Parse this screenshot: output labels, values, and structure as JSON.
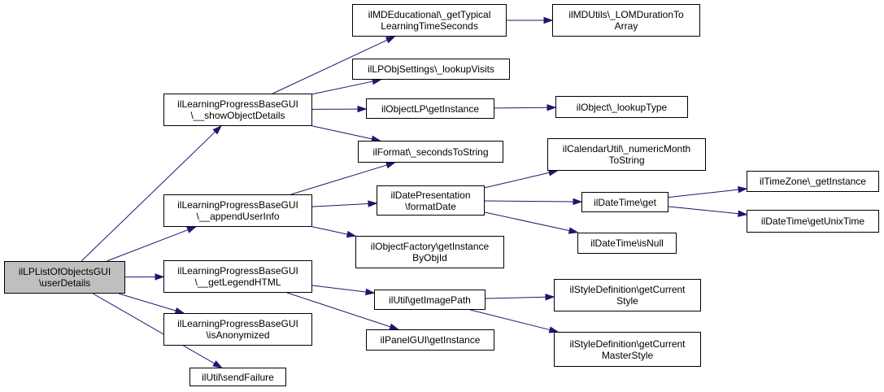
{
  "graph": {
    "colors": {
      "edge": "#191970",
      "root_fill": "#bfbfbf",
      "node_fill": "#ffffff",
      "border": "#000000"
    },
    "nodes": {
      "root": {
        "lines": [
          "ilLPListOfObjectsGUI",
          "\\userDetails"
        ],
        "highlighted": true
      },
      "showObjectDetails": {
        "lines": [
          "ilLearningProgressBaseGUI",
          "\\__showObjectDetails"
        ]
      },
      "appendUserInfo": {
        "lines": [
          "ilLearningProgressBaseGUI",
          "\\__appendUserInfo"
        ]
      },
      "getLegendHTML": {
        "lines": [
          "ilLearningProgressBaseGUI",
          "\\__getLegendHTML"
        ]
      },
      "isAnonymized": {
        "lines": [
          "ilLearningProgressBaseGUI",
          "\\isAnonymized"
        ]
      },
      "sendFailure": {
        "lines": [
          "ilUtil\\sendFailure"
        ]
      },
      "getTypicalLearningTimeSeconds": {
        "lines": [
          "ilMDEducational\\_getTypical",
          "LearningTimeSeconds"
        ]
      },
      "lookupVisits": {
        "lines": [
          "ilLPObjSettings\\_lookupVisits"
        ]
      },
      "objectLPGetInstance": {
        "lines": [
          "ilObjectLP\\getInstance"
        ]
      },
      "secondsToString": {
        "lines": [
          "ilFormat\\_secondsToString"
        ]
      },
      "formatDate": {
        "lines": [
          "ilDatePresentation",
          "\\formatDate"
        ]
      },
      "getInstanceByObjId": {
        "lines": [
          "ilObjectFactory\\getInstance",
          "ByObjId"
        ]
      },
      "getImagePath": {
        "lines": [
          "ilUtil\\getImagePath"
        ]
      },
      "panelGetInstance": {
        "lines": [
          "ilPanelGUI\\getInstance"
        ]
      },
      "lomDurationToArray": {
        "lines": [
          "ilMDUtils\\_LOMDurationTo",
          "Array"
        ]
      },
      "lookupType": {
        "lines": [
          "ilObject\\_lookupType"
        ]
      },
      "numericMonthToString": {
        "lines": [
          "ilCalendarUtil\\_numericMonth",
          "ToString"
        ]
      },
      "dateTimeGet": {
        "lines": [
          "ilDateTime\\get"
        ]
      },
      "dateTimeIsNull": {
        "lines": [
          "ilDateTime\\isNull"
        ]
      },
      "getCurrentStyle": {
        "lines": [
          "ilStyleDefinition\\getCurrent",
          "Style"
        ]
      },
      "getCurrentMasterStyle": {
        "lines": [
          "ilStyleDefinition\\getCurrent",
          "MasterStyle"
        ]
      },
      "timeZoneGetInstance": {
        "lines": [
          "ilTimeZone\\_getInstance"
        ]
      },
      "getUnixTime": {
        "lines": [
          "ilDateTime\\getUnixTime"
        ]
      }
    },
    "edges": [
      [
        "root",
        "showObjectDetails"
      ],
      [
        "root",
        "appendUserInfo"
      ],
      [
        "root",
        "getLegendHTML"
      ],
      [
        "root",
        "isAnonymized"
      ],
      [
        "root",
        "sendFailure"
      ],
      [
        "showObjectDetails",
        "getTypicalLearningTimeSeconds"
      ],
      [
        "showObjectDetails",
        "lookupVisits"
      ],
      [
        "showObjectDetails",
        "objectLPGetInstance"
      ],
      [
        "showObjectDetails",
        "secondsToString"
      ],
      [
        "appendUserInfo",
        "secondsToString"
      ],
      [
        "appendUserInfo",
        "formatDate"
      ],
      [
        "appendUserInfo",
        "getInstanceByObjId"
      ],
      [
        "getLegendHTML",
        "getImagePath"
      ],
      [
        "getLegendHTML",
        "panelGetInstance"
      ],
      [
        "getTypicalLearningTimeSeconds",
        "lomDurationToArray"
      ],
      [
        "objectLPGetInstance",
        "lookupType"
      ],
      [
        "formatDate",
        "numericMonthToString"
      ],
      [
        "formatDate",
        "dateTimeGet"
      ],
      [
        "formatDate",
        "dateTimeIsNull"
      ],
      [
        "getImagePath",
        "getCurrentStyle"
      ],
      [
        "getImagePath",
        "getCurrentMasterStyle"
      ],
      [
        "dateTimeGet",
        "timeZoneGetInstance"
      ],
      [
        "dateTimeGet",
        "getUnixTime"
      ]
    ]
  }
}
